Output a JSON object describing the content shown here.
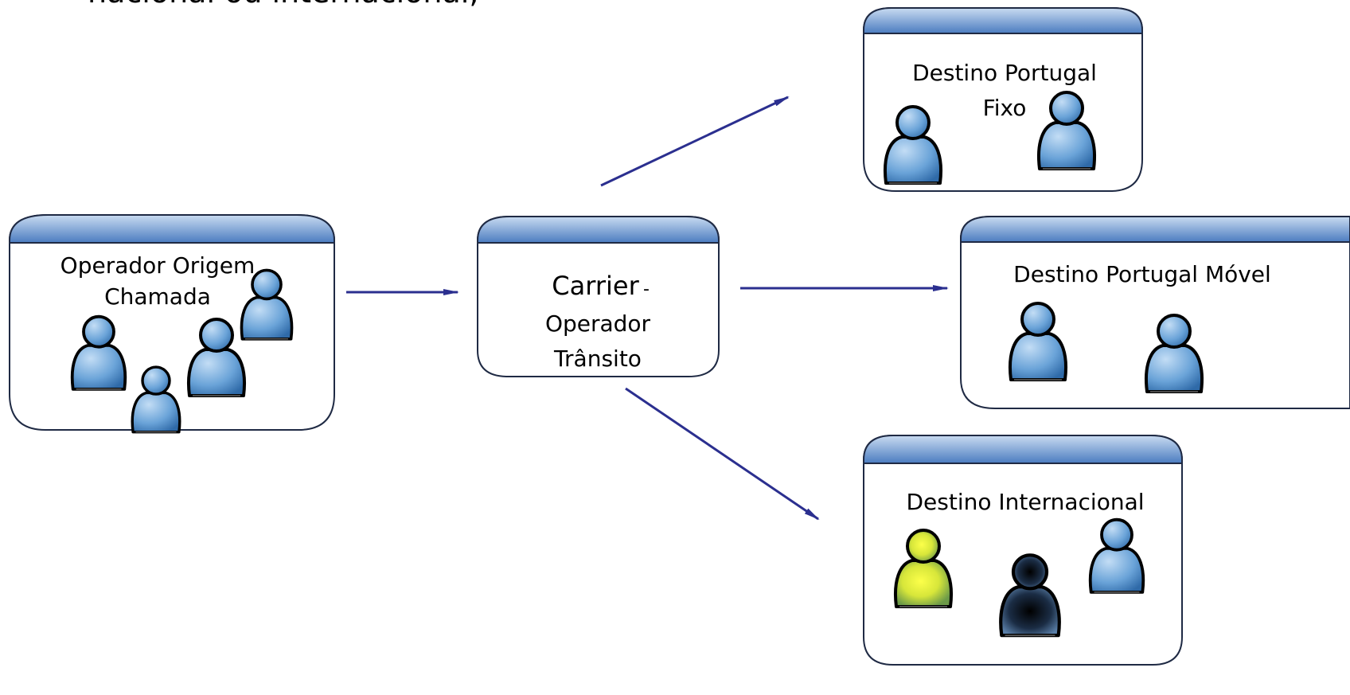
{
  "header": {
    "clipped_text": "nacional ou internacional;"
  },
  "nodes": {
    "origin": {
      "line1": "Operador Origem",
      "line2": "Chamada"
    },
    "carrier": {
      "line1": "Carrier",
      "dash": "-",
      "line2": "Operador",
      "line3": "Trânsito"
    },
    "dest_fixed": {
      "line1": "Destino Portugal",
      "line2": "Fixo"
    },
    "dest_mobile": {
      "line1": "Destino Portugal Móvel"
    },
    "dest_international": {
      "line1": "Destino Internacional"
    }
  },
  "colors": {
    "box_header_top": "#b7cdea",
    "box_header_bottom": "#4a7bbf",
    "box_border": "#1f2a44",
    "arrow": "#2b2f8f",
    "person_blue_light": "#a9cdf0",
    "person_blue_dark": "#3d7fc1",
    "person_yellow_light": "#fbff5a",
    "person_yellow_dark": "#6d9a3f",
    "person_dark_light": "#2a3f5c",
    "person_dark_dark": "#000000"
  },
  "icons": {
    "person": "person-icon"
  }
}
